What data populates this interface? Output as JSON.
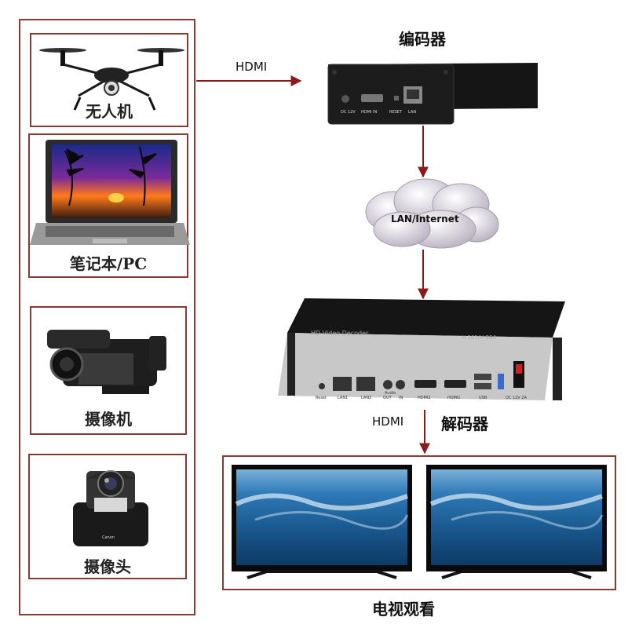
{
  "sources": {
    "drone": {
      "label": "无人机"
    },
    "laptop": {
      "label": "笔记本/PC"
    },
    "camcorder": {
      "label": "摄像机"
    },
    "ptz_camera": {
      "label": "摄像头",
      "small_text": "Canon"
    }
  },
  "links": {
    "source_to_encoder": "HDMI",
    "decoder_to_display": "HDMI"
  },
  "encoder": {
    "title": "编码器",
    "ports": [
      "DC 12V",
      "HDMI IN",
      "RESET",
      "LAN"
    ]
  },
  "network": {
    "label": "LAN/Internet"
  },
  "decoder": {
    "title": "解码器",
    "panel_text": "HD Video Decoder",
    "codec_text": "H.265/H.264",
    "ports": [
      "Reset",
      "LAN1",
      "LAN2",
      "Audio",
      "OUT",
      "IN",
      "HDMI2",
      "HDMI1",
      "USB",
      "DC 12V 2A"
    ]
  },
  "displays": {
    "label": "电视观看"
  },
  "colors": {
    "frame": "#8a3a34",
    "arrow": "#8b1a1a"
  }
}
